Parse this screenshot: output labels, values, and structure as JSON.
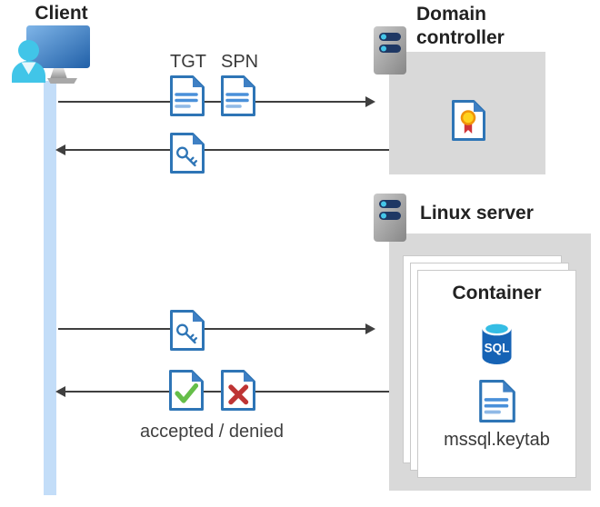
{
  "client": {
    "label": "Client"
  },
  "domain_controller": {
    "label": "Domain controller"
  },
  "linux_server": {
    "label": "Linux server"
  },
  "container": {
    "label": "Container",
    "sql_badge": "SQL",
    "keytab_label": "mssql.keytab"
  },
  "flows": {
    "tgt_label": "TGT",
    "spn_label": "SPN",
    "accepted_denied_label": "accepted / denied"
  },
  "colors": {
    "document_blue": "#2E75B6",
    "document_fold_blue": "#3F80C4",
    "document_line_blue": "#4A90D9",
    "accepted_green": "#65BE49",
    "denied_red": "#BE3434",
    "lifeline_blue": "#C3DDF8",
    "backdrop_gray": "#D9D9D9",
    "arrow_gray": "#3F3F3F",
    "server_bar_navy": "#1F3864",
    "server_dot_cyan": "#45C6E9",
    "sql_cylinder_blue": "#1663B5",
    "sql_top_cyan": "#35BDE4",
    "certificate_yellow": "#FFD21E",
    "certificate_ring_orange": "#F0940A",
    "certificate_ribbon_red": "#D13438",
    "person_cyan": "#41C5E8"
  }
}
